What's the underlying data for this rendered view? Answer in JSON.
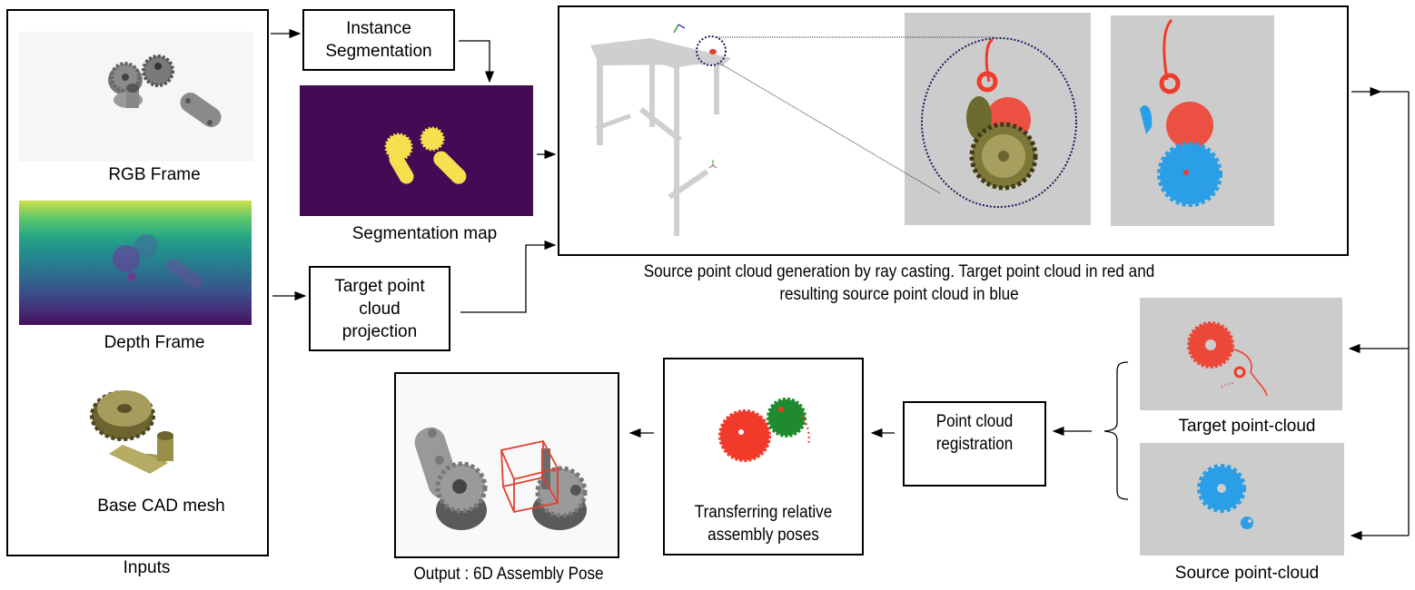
{
  "inputs": {
    "panel_label": "Inputs",
    "rgb_label": "RGB Frame",
    "depth_label": "Depth Frame",
    "cad_label": "Base CAD mesh"
  },
  "steps": {
    "instance_segmentation": [
      "Instance",
      "Segmentation"
    ],
    "segmentation_map_label": "Segmentation map",
    "target_projection": [
      "Target point",
      "cloud",
      "projection"
    ],
    "raycast_caption": [
      "Source point cloud generation by ray casting.  Target point cloud in red and",
      "resulting source point cloud in blue"
    ],
    "target_pc_label": "Target point-cloud",
    "source_pc_label": "Source point-cloud",
    "registration": [
      "Point cloud",
      "registration"
    ],
    "transfer_label": [
      "Transferring relative",
      "assembly poses"
    ],
    "output_label": "Output : 6D Assembly Pose"
  },
  "colors": {
    "target_red": "#f03a2a",
    "source_blue": "#2a9ee6",
    "assembly_green": "#1f8a2e",
    "cad_olive": "#8a7f3a",
    "seg_bg": "#440b54",
    "seg_fg": "#f5e050",
    "panel_gray": "#cccccc"
  }
}
